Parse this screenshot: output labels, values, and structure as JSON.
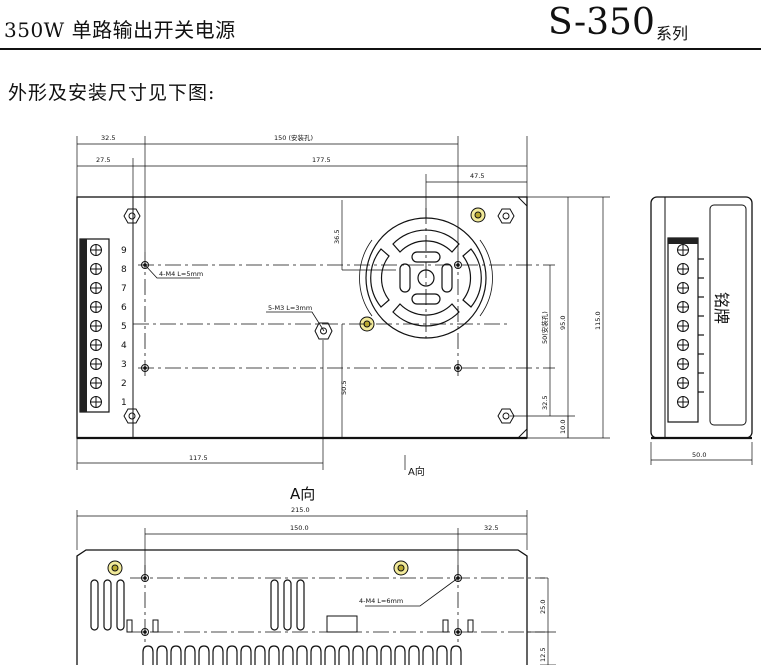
{
  "header": {
    "title": "350W 单路输出开关电源",
    "model": "S-350",
    "series": "系列"
  },
  "subtitle": "外形及安装尺寸见下图:",
  "dims": {
    "d32_5_top": "32.5",
    "d150_top": "150 (安装孔)",
    "d27_5": "27.5",
    "d177_5": "177.5",
    "d47_5": "47.5",
    "d36_5": "36.5",
    "d50_hole": "50(安装孔)",
    "d95": "95.0",
    "d115": "115.0",
    "d32_5_side": "32.5",
    "d10": "10.0",
    "d50_5": "50.5",
    "d117_5": "117.5",
    "d50_0": "50.0",
    "d215": "215.0",
    "d150_0": "150.0",
    "d32_5_bot": "32.5",
    "d25": "25.0",
    "d12_5": "12.5"
  },
  "callouts": {
    "m4_top": "4-M4 L=5mm",
    "m3": "5-M3 L=3mm",
    "m4_bottom": "4-M4 L=6mm"
  },
  "view_label_small": "A向",
  "view_label_large": "A向",
  "nameplate": "铭牌",
  "terminals": [
    "9",
    "8",
    "7",
    "6",
    "5",
    "4",
    "3",
    "2",
    "1"
  ]
}
